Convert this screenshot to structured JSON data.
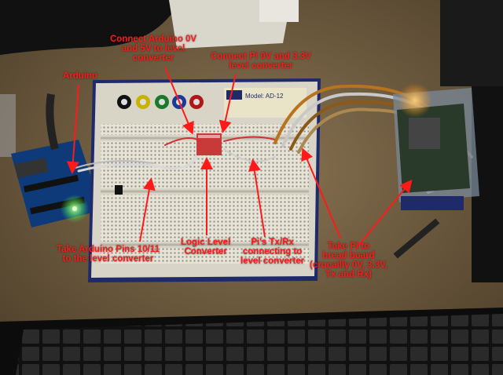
{
  "annotations": {
    "arduino": "Arduino",
    "connect_arduino": [
      "Connect Arduino 0V",
      "and 5V to level",
      "converter"
    ],
    "connect_pi": [
      "Connect Pi 0V and 3.3V",
      "level converter"
    ],
    "take_arduino": [
      "Take Arduino Pins 10/11",
      "to the level converter"
    ],
    "logic_level": [
      "Logic Level",
      "Converter"
    ],
    "pi_txrx": [
      "Pi's Tx/Rx",
      "connecting to",
      "level converter"
    ],
    "take_pi": [
      "Take Pi to",
      "bread board",
      "(crucailly 0V, 3.3V,",
      "Tx and Rx)"
    ]
  },
  "board_label": "Model: AD-12",
  "colors": {
    "annotation": "#ff1a1a",
    "breadboard_frame": "#1f2a6b",
    "breadboard": "#e9e6dc",
    "desk": "#7a6546",
    "keyboard": "#1a1a1a"
  }
}
